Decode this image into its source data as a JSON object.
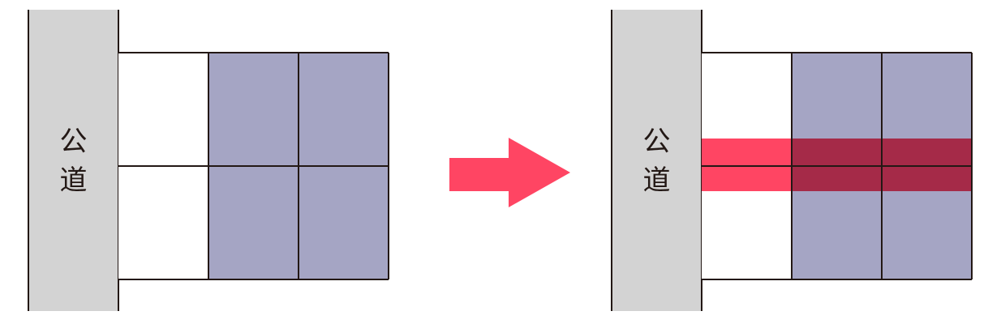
{
  "panels": [
    {
      "id": "before",
      "road_label": "公道",
      "plot": {
        "columns": 3,
        "rows": 2,
        "shaded_columns": [
          1,
          2
        ]
      },
      "access_strip": false
    },
    {
      "id": "after",
      "road_label": "公道",
      "plot": {
        "columns": 3,
        "rows": 2,
        "shaded_columns": [
          1,
          2
        ]
      },
      "access_strip": true
    }
  ],
  "arrow": {
    "direction": "right"
  },
  "colors": {
    "road": "#d3d3d3",
    "lot_shaded": "#a5a5c4",
    "lot_empty": "#ffffff",
    "access_strip": "#ff4563",
    "access_strip_overlap": "#a52a48",
    "arrow": "#ff4563",
    "lines": "#231815"
  }
}
